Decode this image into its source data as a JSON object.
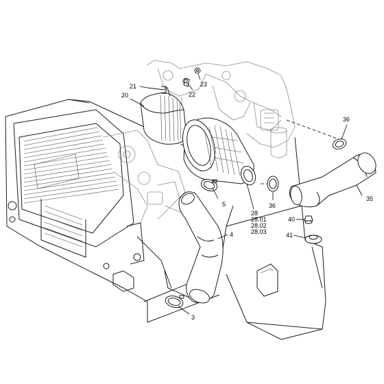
{
  "callouts": {
    "c21": "21",
    "c22": "22",
    "c23": "23",
    "c20": "20",
    "c36a": "36",
    "c5": "5",
    "c36b": "36",
    "c28": "28",
    "c2801": "28.01",
    "c2802": "28.02",
    "c2803": "28.03",
    "c35": "35",
    "c40": "40",
    "c41": "41",
    "c4": "4",
    "c3": "3"
  }
}
